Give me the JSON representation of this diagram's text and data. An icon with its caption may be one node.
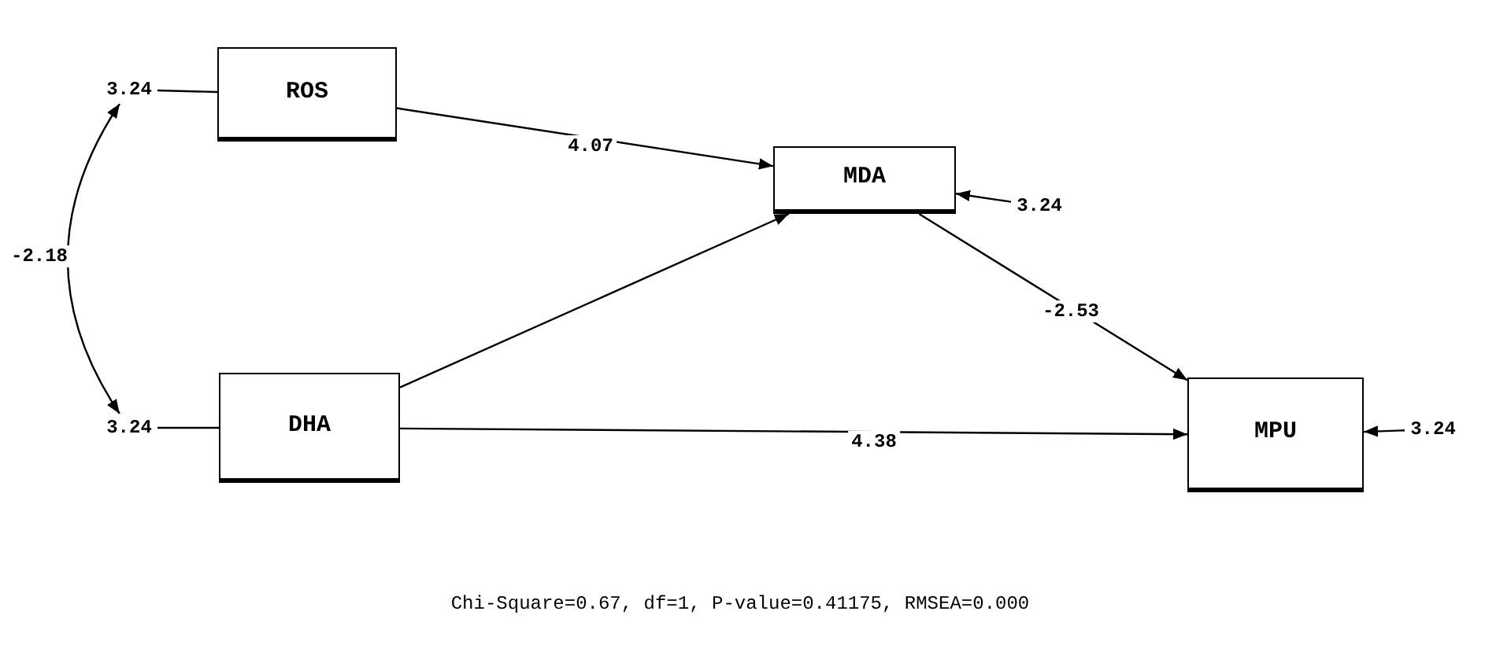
{
  "diagram": {
    "nodes": [
      {
        "text": [
          "3.24"
        ]
      },
      {
        "text": [
          "ROS"
        ]
      },
      {
        "text": [
          "MDA"
        ]
      },
      {
        "text": [
          "3.24"
        ]
      },
      {
        "text": [
          "3.24"
        ]
      },
      {
        "text": [
          "DHA"
        ]
      },
      {
        "text": [
          "MPU"
        ]
      },
      {
        "text": [
          "3.24"
        ]
      }
    ],
    "edges": [
      {
        "from": 0,
        "to": 1,
        "arrow": "none"
      },
      {
        "from": 0,
        "to": 4,
        "arrow": "both",
        "label": "-2.18"
      },
      {
        "from": 1,
        "to": 2,
        "arrow": "to",
        "label": "4.07"
      },
      {
        "from": 5,
        "to": 2,
        "arrow": "to"
      },
      {
        "from": 3,
        "to": 2,
        "arrow": "to"
      },
      {
        "from": 4,
        "to": 5,
        "arrow": "none"
      },
      {
        "from": 5,
        "to": 6,
        "arrow": "to",
        "label": "4.38"
      },
      {
        "from": 2,
        "to": 6,
        "arrow": "to",
        "label": "-2.53"
      },
      {
        "from": 7,
        "to": 6,
        "arrow": "to"
      }
    ],
    "caption": "Chi-Square=0.67, df=1, P-value=0.41175, RMSEA=0.000"
  }
}
